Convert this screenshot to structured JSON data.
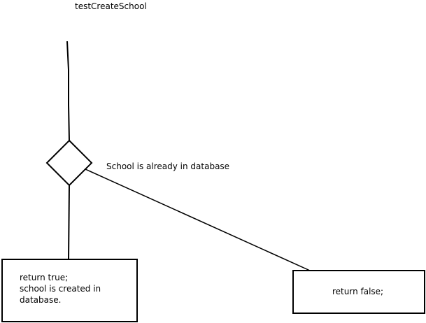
{
  "diagram": {
    "title": "testCreateSchool",
    "decision_edge_label": "School is already in database",
    "true_box": {
      "lines": [
        "return true;",
        "school is created in",
        "database."
      ]
    },
    "false_box": {
      "text": "return false;"
    },
    "stroke_color": "#000000"
  }
}
